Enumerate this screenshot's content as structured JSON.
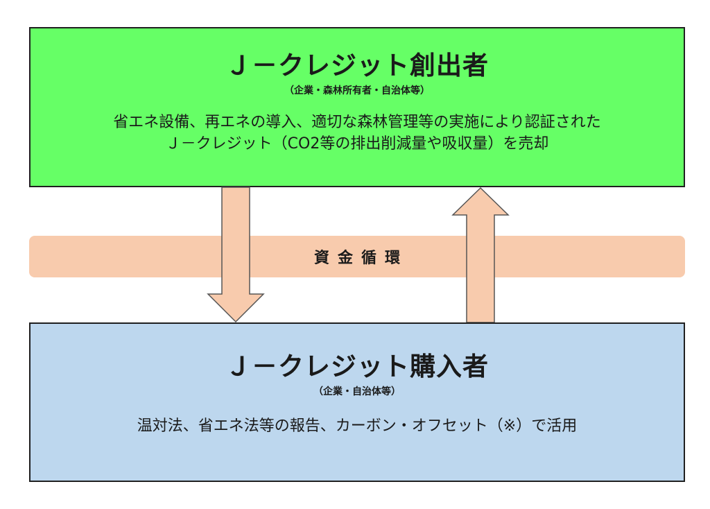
{
  "creator": {
    "title": "Ｊ－クレジット創出者",
    "subtitle": "（企業・森林所有者・自治体等）",
    "desc_line1": "省エネ設備、再エネの導入、適切な森林管理等の実施により認証された",
    "desc_line2": "Ｊ－クレジット（CO2等の排出削減量や吸収量）を売却"
  },
  "cycle": {
    "label": "資金循環"
  },
  "buyer": {
    "title": "Ｊ－クレジット購入者",
    "subtitle": "（企業・自治体等）",
    "desc_line1": "温対法、省エネ法等の報告、カーボン・オフセット（※）で活用"
  },
  "colors": {
    "creator_box": "#66ff66",
    "buyer_box": "#bdd7ee",
    "arrow_fill": "#f8cbad",
    "arrow_stroke": "#555555"
  }
}
